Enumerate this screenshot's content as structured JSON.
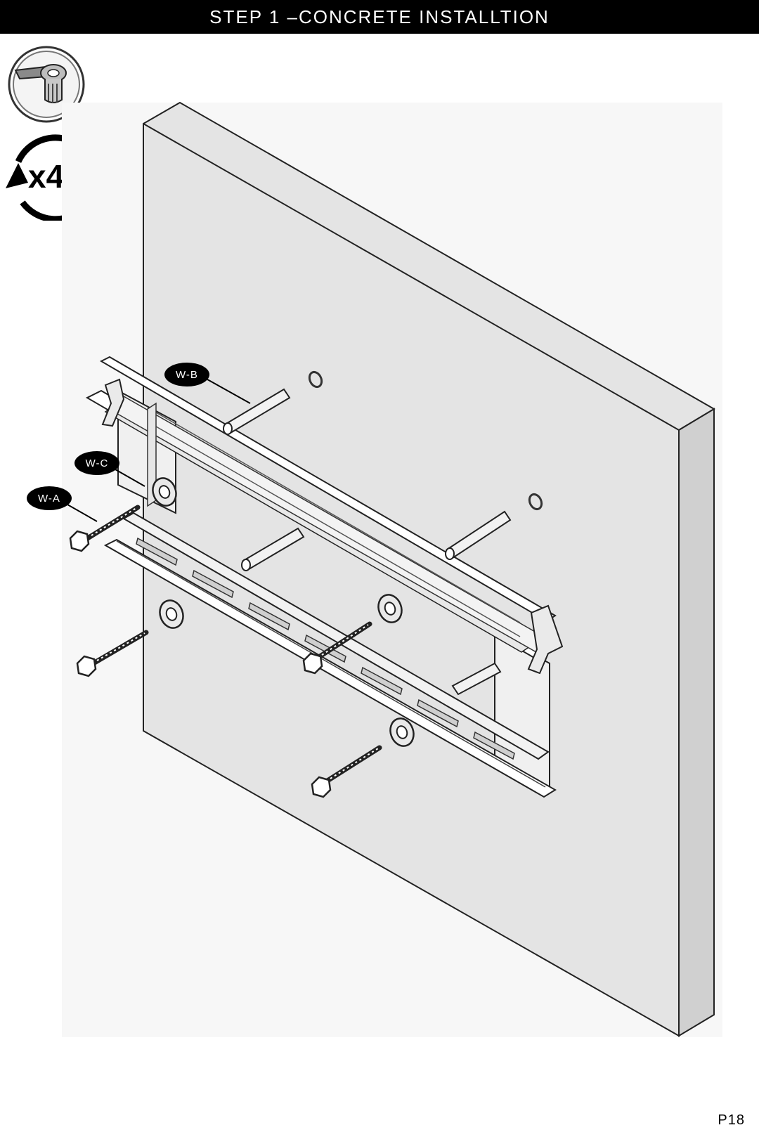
{
  "header": {
    "title": "STEP 1 –CONCRETE INSTALLTION"
  },
  "repeat": {
    "label": "x4"
  },
  "callouts": {
    "wb": "W-B",
    "wc": "W-C",
    "wa": "W-A"
  },
  "page": {
    "number": "P18"
  },
  "icons": {
    "tool": "socket-wrench-icon",
    "repeat": "rotate-repeat-icon"
  },
  "colors": {
    "header_bg": "#000000",
    "wall_face": "#e4e4e4",
    "wall_side": "#d0d0d0"
  }
}
